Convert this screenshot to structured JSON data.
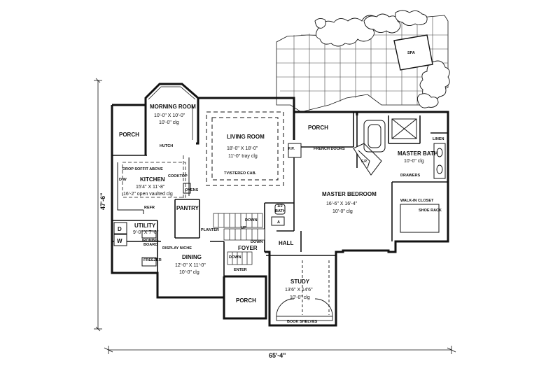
{
  "rooms": {
    "morning_room": {
      "name": "MORNING ROOM",
      "size": "10'-0\" X 10'-0\"",
      "ceiling": "10'-0\" clg"
    },
    "living_room": {
      "name": "LIVING ROOM",
      "size": "18'-0\" X 18'-0\"",
      "ceiling": "11'-0\" tray clg"
    },
    "kitchen": {
      "name": "KITCHEN",
      "size": "15'4\" X 11'-8\"",
      "ceiling": "16'-2\" open vaulted clg"
    },
    "master_bedroom": {
      "name": "MASTER BEDROOM",
      "size": "16'-6\" X 16'-4\"",
      "ceiling": "10'-0\" clg"
    },
    "master_bath": {
      "name": "MASTER BATH",
      "ceiling": "10'-0\" clg"
    },
    "utility": {
      "name": "UTILITY",
      "size": "9'-0\" X 7'-8\""
    },
    "dining": {
      "name": "DINING",
      "size": "12'-0\" X 11'-0\"",
      "ceiling": "10'-0\" clg"
    },
    "study": {
      "name": "STUDY",
      "size": "13'6\" X 14'6\"",
      "ceiling": "10'-0\" clg"
    }
  },
  "labels": {
    "spa": "SPA",
    "porch_left": "PORCH",
    "porch_center": "PORCH",
    "porch_bottom": "PORCH",
    "hutch": "HUTCH",
    "drop_soffit": "DROP SOFFIT ABOVE",
    "cooktop": "COOKTOP",
    "ovens": "OVENS",
    "dw": "D/W",
    "refr": "REFR",
    "pantry": "PANTRY",
    "tv_stereo": "TV/STEREO CAB.",
    "fp_left": "F.P.",
    "fp_right": "F.P.",
    "french_doors": "FRENCH DOORS",
    "linen": "LINEN",
    "drawers": "DRAWERS",
    "walk_in_closet": "WALK-IN CLOSET",
    "shoe_rack": "SHOE RACK",
    "half_bath": "1/2",
    "half_bath_2": "BATH",
    "bath_a": "A",
    "hall": "HALL",
    "down1": "DOWN",
    "up": "UP",
    "down2": "DOWN",
    "down3": "DOWN",
    "planter": "PLANTER",
    "foyer": "FOYER",
    "display_niche": "DISPLAY NICHE",
    "enter": "ENTER",
    "washer": "W",
    "dryer": "D",
    "ironing": "IRONING",
    "board": "BOARD",
    "freezer": "FREEZER",
    "bookshelves": "BOOK SHELVES"
  },
  "dimensions": {
    "width": "65'-4\"",
    "depth": "47'-6\""
  }
}
